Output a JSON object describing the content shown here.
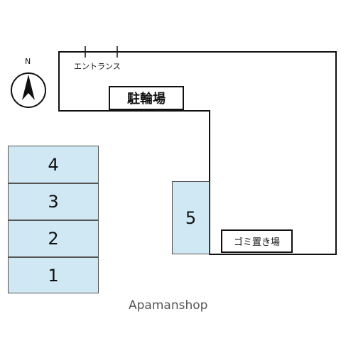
{
  "compass": {
    "north_label": "N"
  },
  "entrance_label": "エントランス",
  "bicycle_parking_label": "駐輪場",
  "garbage_area_label": "ゴミ置き場",
  "parking_spaces": [
    "4",
    "3",
    "2",
    "1",
    "5"
  ],
  "watermark": "Apamanshop",
  "colors": {
    "parking_fill": "#cfe8f3",
    "outline": "#111111",
    "background": "#ffffff"
  }
}
